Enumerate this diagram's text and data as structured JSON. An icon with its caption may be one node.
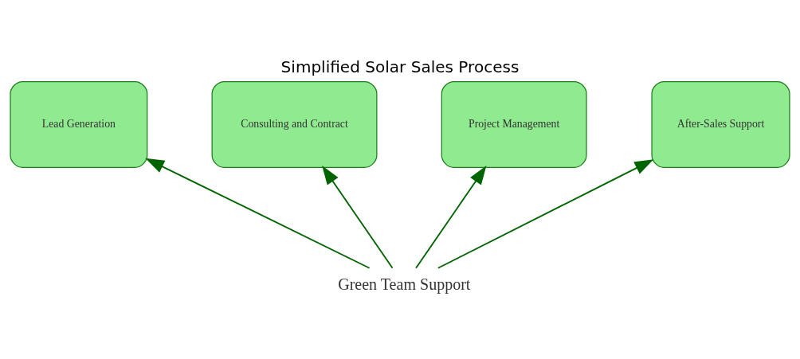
{
  "diagram": {
    "title": "Simplified Solar Sales Process",
    "nodes": [
      {
        "text": [
          "Lead Generation"
        ]
      },
      {
        "text": [
          "Consulting and Contract"
        ]
      },
      {
        "text": [
          "Project Management"
        ]
      },
      {
        "text": [
          "After-Sales Support"
        ]
      },
      {
        "text": [
          "Green Team Support"
        ]
      }
    ],
    "edges": [
      {
        "from": 4,
        "to": 0,
        "arrow": "to"
      },
      {
        "from": 4,
        "to": 1,
        "arrow": "to"
      },
      {
        "from": 4,
        "to": 2,
        "arrow": "to"
      },
      {
        "from": 4,
        "to": 3,
        "arrow": "to"
      }
    ]
  }
}
